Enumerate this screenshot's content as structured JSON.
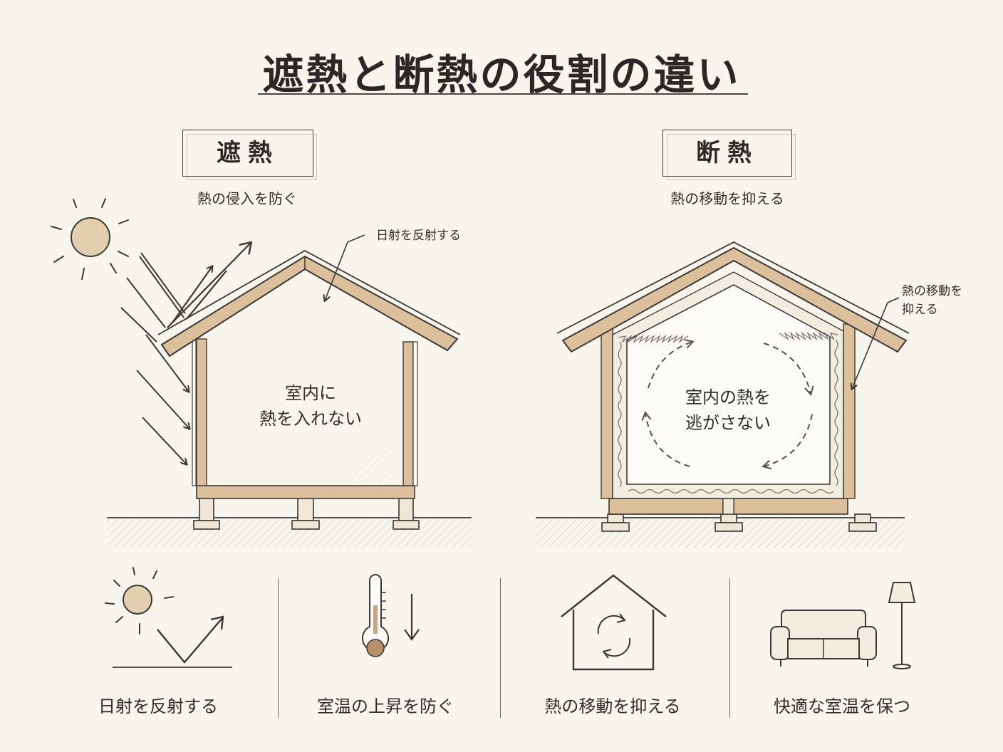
{
  "title": "遮熱と断熱の役割の違い",
  "left": {
    "heading": "遮熱",
    "subtitle": "熱の侵入を防ぐ",
    "annotation": "日射を反射する",
    "center_text": [
      "室内に",
      "熱を入れない"
    ]
  },
  "right": {
    "heading": "断熱",
    "subtitle": "熱の移動を抑える",
    "annotation": [
      "熱の移動を",
      "抑える"
    ],
    "center_text": [
      "室内の熱を",
      "逃がさない"
    ]
  },
  "bottom": [
    {
      "label": "日射を反射する",
      "icon": "sun-reflect-icon"
    },
    {
      "label": "室温の上昇を防ぐ",
      "icon": "thermometer-icon"
    },
    {
      "label": "熱の移動を抑える",
      "icon": "house-circulation-icon"
    },
    {
      "label": "快適な室温を保つ",
      "icon": "sofa-lamp-icon"
    }
  ],
  "colors": {
    "background": "#f8f5ec",
    "wood": "#dcc09c",
    "ink": "#3b3835"
  }
}
